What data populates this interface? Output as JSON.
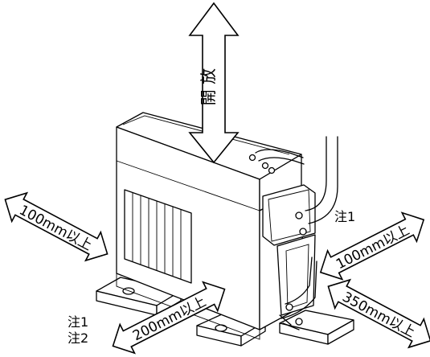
{
  "labels": {
    "top_clearance": "開 放",
    "left_clearance": "100mm以上",
    "right_upper_clearance": "100mm以上",
    "front_clearance": "200mm以上",
    "right_lower_clearance": "350mm以上",
    "note_pipe_upper": "注1",
    "note_base_1": "注1",
    "note_base_2": "注2"
  },
  "colors": {
    "line": "#000000",
    "background": "#ffffff"
  }
}
